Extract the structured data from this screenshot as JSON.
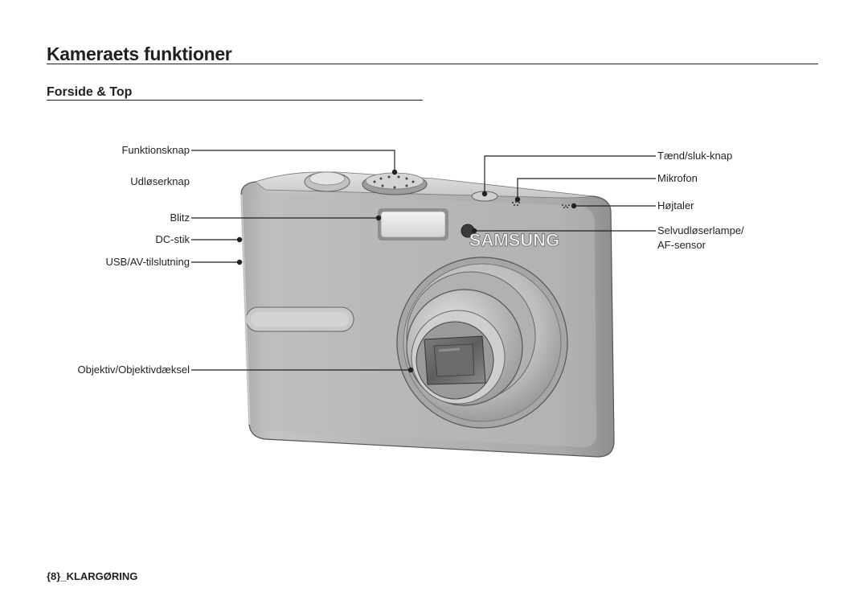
{
  "page": {
    "title": "Kameraets funktioner",
    "section": "Forside & Top",
    "footer": "{8}_KLARGØRING"
  },
  "camera": {
    "brand": "SAMSUNG"
  },
  "callouts": {
    "left": [
      "Funktionsknap",
      "Udløserknap",
      "Blitz",
      "DC-stik",
      "USB/AV-tilslutning",
      "Objektiv/Objektivdæksel"
    ],
    "right": [
      "Tænd/sluk-knap",
      "Mikrofon",
      "Højtaler",
      "Selvudløserlampe/",
      "AF-sensor"
    ]
  }
}
